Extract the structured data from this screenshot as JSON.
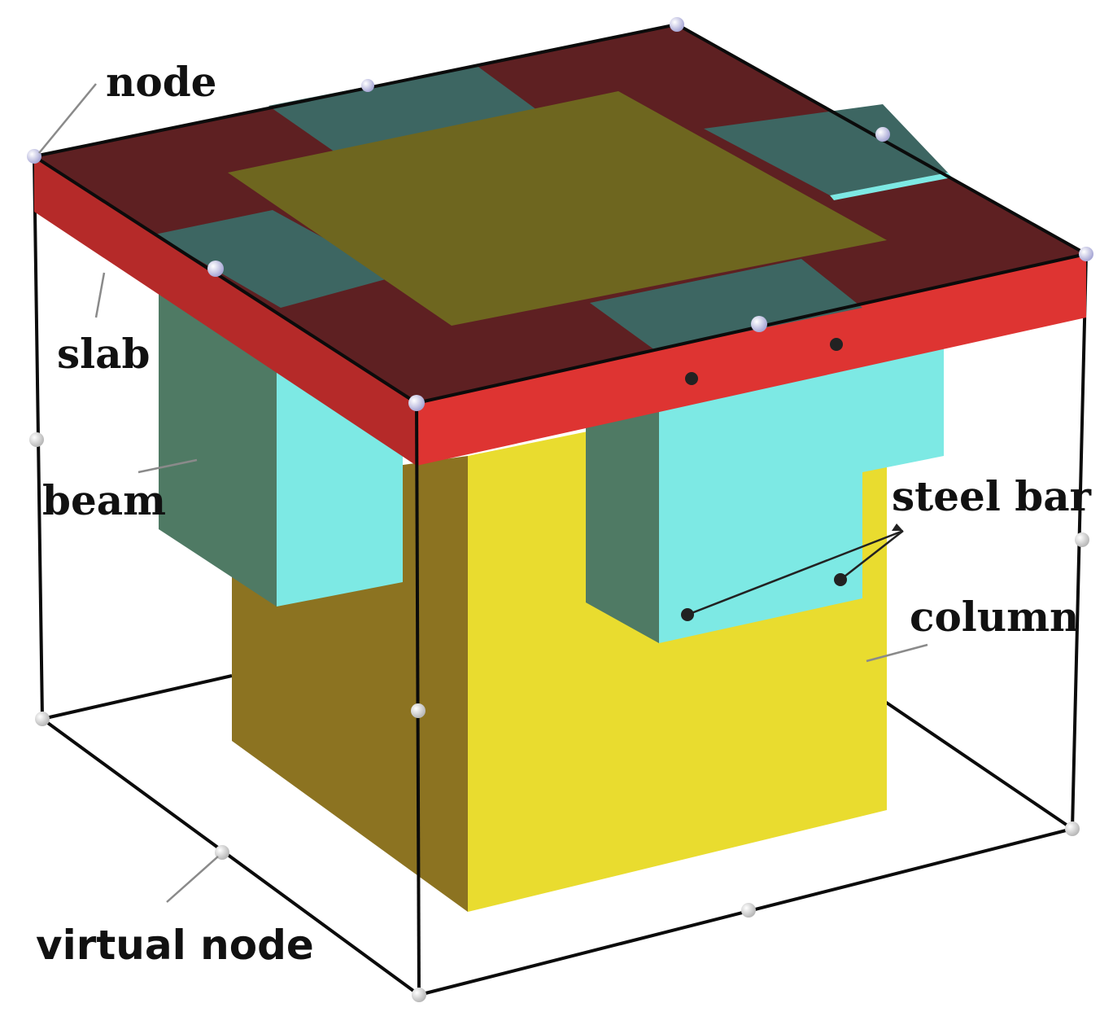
{
  "labels": {
    "node": "node",
    "slab": "slab",
    "beam": "beam",
    "steel_bar": "steel bar",
    "column": "column",
    "virtual_node": "virtual node"
  },
  "colors": {
    "slab_top": "#5e2022",
    "slab_side": "#de3432",
    "beam_top": "#3d6662",
    "beam_dark_side": "#4f7a64",
    "beam_light_side": "#7de9e4",
    "column_top": "#6e661f",
    "column_dark_side": "#8c7321",
    "column_light_side": "#e9dc2f",
    "steel_bar": "#222222",
    "node": "#d8d8ee",
    "virtual_node": "#e8e8e8",
    "frame": "#0b0b0b"
  }
}
